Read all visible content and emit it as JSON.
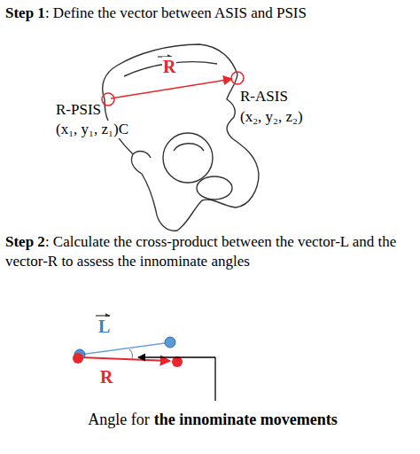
{
  "diagram": {
    "labels": [
      "Step 1",
      ": Define the vector between ASIS and PSIS",
      "R",
      "R-PSIS",
      "(x₁, y₁, z₁)C",
      "R-ASIS",
      "(x₂, y₂, z₂)",
      "Step 2",
      ": Calculate the cross-product between the vector-L and the vector-R to assess the innominate angles",
      "L",
      "R",
      "Angle for",
      "the innominate movements"
    ]
  }
}
